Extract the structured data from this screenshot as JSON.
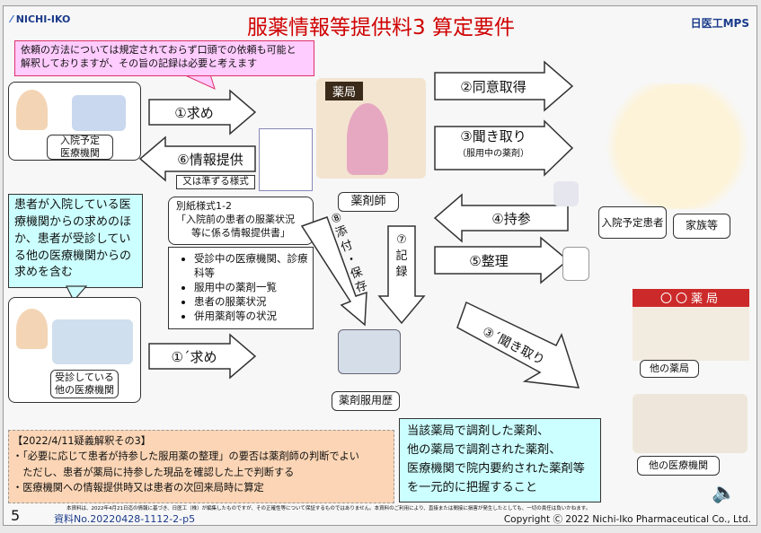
{
  "header": {
    "logo": "NICHI-IKO",
    "title": "服薬情報等提供料3 算定要件",
    "brand": "日医工MPS"
  },
  "callout_top": [
    "依頼の方法については規定されておらず口頭での依頼も可能と",
    "解釈しておりますが、その旨の記録は必要と考えます"
  ],
  "hospital": {
    "label_lines": [
      "入院予定",
      "医療機関"
    ]
  },
  "clinic": {
    "label_lines": [
      "受診している",
      "他の医療機関"
    ]
  },
  "callout_left": "患者が入院している医療機関からの求めのほか、患者が受診している他の医療機関からの求めを含む",
  "arrows": {
    "request": "①求め",
    "provide": "⑥情報提供",
    "request2": "①´求め",
    "consent": "②同意取得",
    "hearing": "③聞き取り",
    "hearing_sub": "（服用中の薬剤）",
    "bring": "④持参",
    "organize": "⑤整理",
    "record": [
      "⑦",
      "記",
      "録"
    ],
    "attach": [
      "⑧",
      "添",
      "付",
      "・",
      "保",
      "存"
    ],
    "hearing2": "③´聞き取り"
  },
  "pharmacy": {
    "sign": "薬局",
    "pharmacist": "薬剤師"
  },
  "form": {
    "note": "又は準ずる様式",
    "title_lines": [
      "別紙様式1-2",
      "「入院前の患者の服薬状況",
      "等に係る情報提供書」"
    ],
    "items": [
      "受診中の医療機関、診療科等",
      "服用中の薬剤一覧",
      "患者の服薬状況",
      "併用薬剤等の状況"
    ]
  },
  "history": "薬剤服用歴",
  "patient": {
    "patient": "入院予定患者",
    "family": "家族等"
  },
  "other_pharmacy": {
    "sign": "〇〇薬局",
    "label": "他の薬局"
  },
  "other_clinic": "他の医療機関",
  "qa_box": {
    "title": "【2022/4/11疑義解釈その3】",
    "lines": [
      "・「必要に応じて患者が持参した服用薬の整理」の要否は薬剤師の判断でよい",
      "　ただし、患者が薬局に持参した現品を確認した上で判断する",
      "・医療機関への情報提供時又は患者の次回来局時に算定"
    ]
  },
  "summary_box": [
    "当該薬局で調剤した薬剤、",
    "他の薬局で調剤された薬剤、",
    "医療機関で院内要約された薬剤等",
    "を一元的に把握すること"
  ],
  "footer": {
    "page": "5",
    "doc_no": "資料No.20220428-1112-2-p5",
    "disclaimer": "本資料は、2022年4月21日迄の情報に基づき、日医工（株）が編集したものですが、その正確性等について保証するものではありません。本資料のご利用により、直接または間接に損害が発生したとしても、一切の責任は負いかねます。",
    "copyright": "Copyright Ⓒ 2022 Nichi-Iko Pharmaceutical Co., Ltd."
  },
  "colors": {
    "title": "#d00000",
    "pink": "#ffccff",
    "cyan": "#ccffff",
    "orange": "#fbd5b5"
  }
}
